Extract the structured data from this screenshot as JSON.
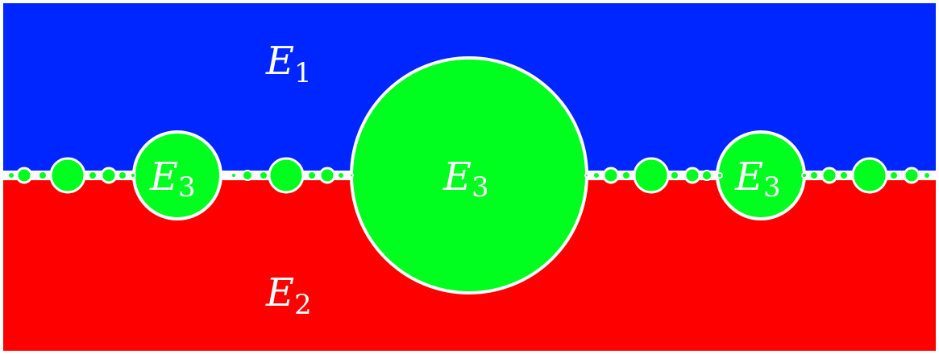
{
  "colors": {
    "upper_region": "#0026ff",
    "lower_region": "#ff0000",
    "disk_fill": "#00ff1e",
    "stroke": "#ffffff",
    "frame": "#ffffff"
  },
  "labels": {
    "upper": {
      "base": "E",
      "sub": "1"
    },
    "lower": {
      "base": "E",
      "sub": "2"
    },
    "disk_center": {
      "base": "E",
      "sub": "3"
    },
    "disk_left": {
      "base": "E",
      "sub": "3"
    },
    "disk_right": {
      "base": "E",
      "sub": "3"
    }
  }
}
